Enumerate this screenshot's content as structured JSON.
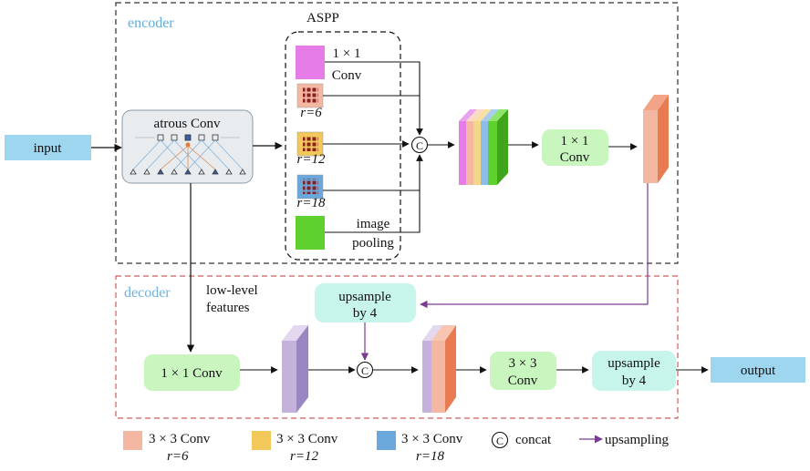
{
  "labels": {
    "encoder": "encoder",
    "decoder": "decoder",
    "aspp": "ASPP",
    "input": "input",
    "output": "output",
    "atrous_conv": "atrous Conv",
    "conv1x1_line1": "1 × 1",
    "conv1x1_line2": "Conv",
    "r6": "r=6",
    "r12": "r=12",
    "r18": "r=18",
    "image_pooling_line1": "image",
    "image_pooling_line2": "pooling",
    "encoder_conv_line1": "1 × 1",
    "encoder_conv_line2": "Conv",
    "low_level_line1": "low-level",
    "low_level_line2": "features",
    "upsample_top_line1": "upsample",
    "upsample_top_line2": "by 4",
    "decoder_conv1x1": "1 × 1 Conv",
    "decoder_conv3x3_line1": "3 × 3",
    "decoder_conv3x3_line2": "Conv",
    "upsample_right_line1": "upsample",
    "upsample_right_line2": "by 4",
    "concat_symbol": "C"
  },
  "legend": [
    {
      "line1": "3 × 3 Conv",
      "line2": "r=6",
      "color": "#f4b8a2"
    },
    {
      "line1": "3 × 3 Conv",
      "line2": "r=12",
      "color": "#f2c85a"
    },
    {
      "line1": "3 × 3 Conv",
      "line2": "r=18",
      "color": "#6aa8dc"
    },
    {
      "symbol": "C",
      "line1": "concat"
    },
    {
      "line1": "upsampling",
      "color": "#7a3b94"
    }
  ],
  "colors": {
    "pink_conv": "#e57ce8",
    "green_pool": "#5fd12e",
    "light_green_box": "#c9f5bf",
    "light_cyan_box": "#c7f5ec",
    "input_output": "#9dd6ee",
    "upsample_arrow": "#7a3b94",
    "encoder_border": "#333333",
    "decoder_border": "#d05a5a"
  }
}
